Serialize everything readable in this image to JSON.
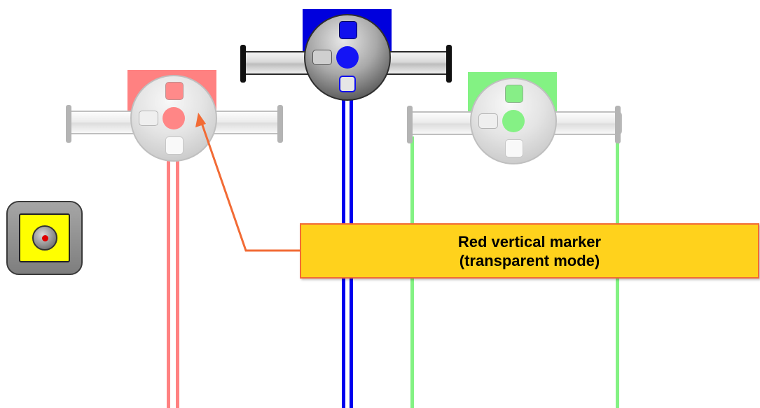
{
  "callout": {
    "line1": "Red vertical marker",
    "line2": "(transparent mode)"
  },
  "markers": [
    {
      "name": "red",
      "color": "#ff8080",
      "mode": "transparent"
    },
    {
      "name": "blue",
      "color": "#0a0aff",
      "mode": "opaque"
    },
    {
      "name": "green",
      "color": "#8cf08c",
      "mode": "transparent"
    }
  ],
  "toggle": {
    "color": "#ffff00",
    "dot_color": "#e00000"
  },
  "colors": {
    "callout_fill": "#ffd21c",
    "callout_border": "#f26b35",
    "arrow": "#f26b35"
  },
  "icons": [
    "knob-icon",
    "record-toggle-icon",
    "arrow-icon"
  ]
}
